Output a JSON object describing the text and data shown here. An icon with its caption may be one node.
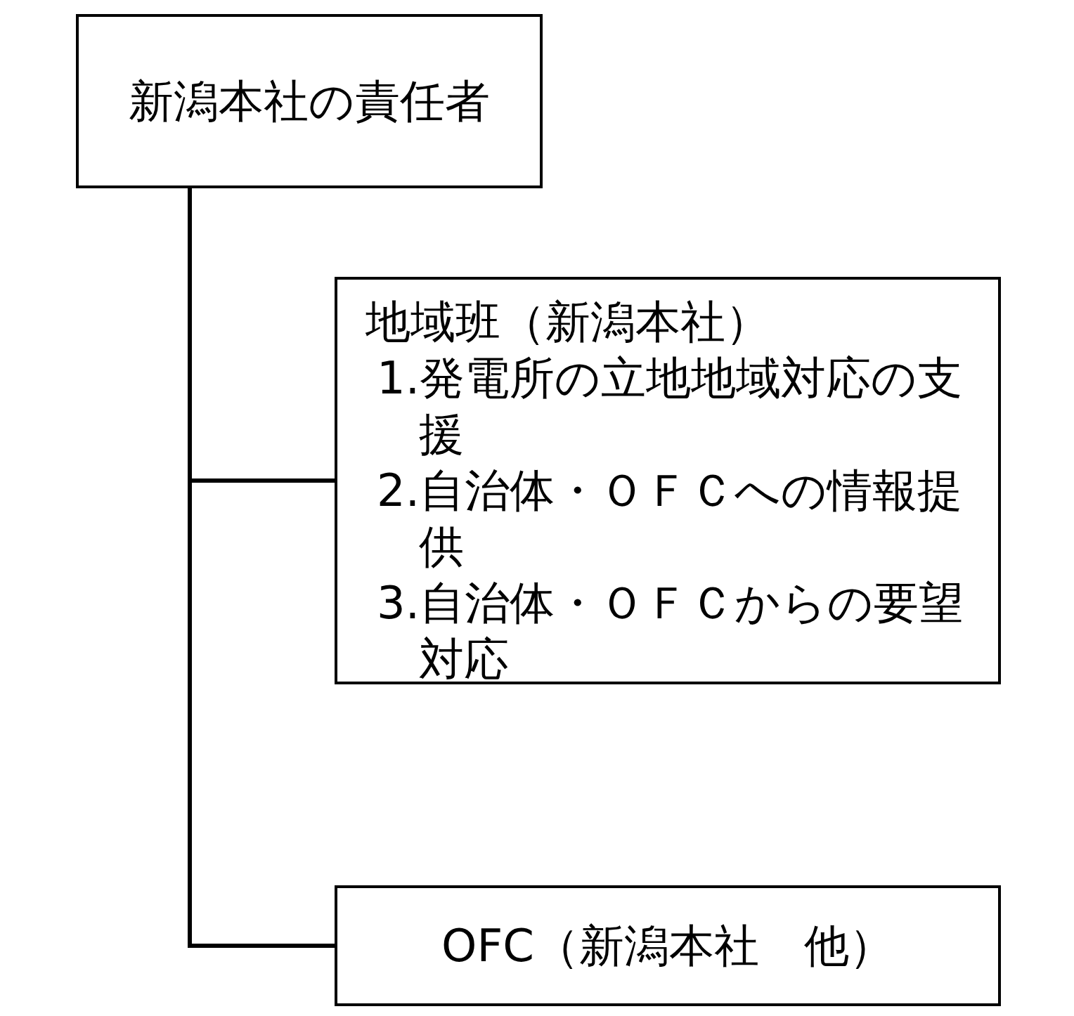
{
  "diagram": {
    "nodes": [
      {
        "text": [
          "新潟本社の責任者"
        ]
      },
      {
        "text": [
          "地域班（新潟本社）",
          "1.発電所の立地地域対応の支援",
          "2.自治体・ＯＦＣへの情報提供",
          "3.自治体・ＯＦＣからの要望対応"
        ]
      },
      {
        "text": [
          "OFC（新潟本社　他）"
        ]
      }
    ],
    "edges": [
      {
        "from": 0,
        "to": 1,
        "arrow": "none"
      },
      {
        "from": 0,
        "to": 2,
        "arrow": "none"
      }
    ]
  }
}
